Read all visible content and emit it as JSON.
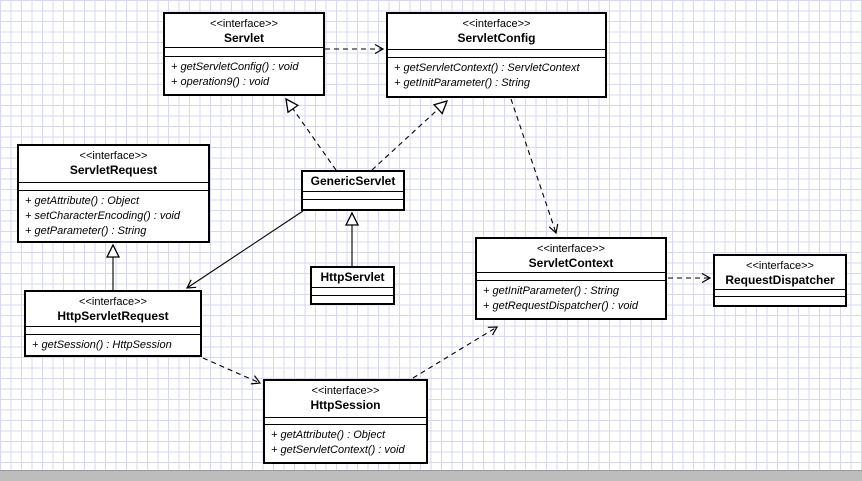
{
  "classes": {
    "servlet": {
      "stereotype": "<<interface>>",
      "name": "Servlet",
      "methods": [
        "+ getServletConfig() : void",
        "+ operation9() : void"
      ]
    },
    "servlet_config": {
      "stereotype": "<<interface>>",
      "name": "ServletConfig",
      "methods": [
        "+ getServletContext() : ServletContext",
        "+ getInitParameter() : String"
      ]
    },
    "servlet_request": {
      "stereotype": "<<interface>>",
      "name": "ServletRequest",
      "methods": [
        "+ getAttribute() : Object",
        "+ setCharacterEncoding() : void",
        "+ getParameter() : String"
      ]
    },
    "generic_servlet": {
      "name": "GenericServlet",
      "methods": []
    },
    "http_servlet": {
      "name": "HttpServlet",
      "methods": []
    },
    "http_servlet_request": {
      "stereotype": "<<interface>>",
      "name": "HttpServletRequest",
      "methods": [
        "+ getSession() : HttpSession"
      ]
    },
    "servlet_context": {
      "stereotype": "<<interface>>",
      "name": "ServletContext",
      "methods": [
        "+ getInitParameter() : String",
        "+ getRequestDispatcher() : void"
      ]
    },
    "request_dispatcher": {
      "stereotype": "<<interface>>",
      "name": "RequestDispatcher",
      "methods": []
    },
    "http_session": {
      "stereotype": "<<interface>>",
      "name": "HttpSession",
      "methods": [
        "+ getAttribute() : Object",
        "+ getServletContext() : void"
      ]
    }
  },
  "relations": [
    {
      "from": "Servlet",
      "to": "ServletConfig",
      "type": "dependency"
    },
    {
      "from": "GenericServlet",
      "to": "Servlet",
      "type": "realization"
    },
    {
      "from": "GenericServlet",
      "to": "ServletConfig",
      "type": "realization"
    },
    {
      "from": "HttpServlet",
      "to": "GenericServlet",
      "type": "generalization"
    },
    {
      "from": "HttpServletRequest",
      "to": "ServletRequest",
      "type": "generalization"
    },
    {
      "from": "GenericServlet",
      "to": "HttpServletRequest",
      "type": "association"
    },
    {
      "from": "ServletConfig",
      "to": "ServletContext",
      "type": "dependency"
    },
    {
      "from": "ServletContext",
      "to": "RequestDispatcher",
      "type": "dependency"
    },
    {
      "from": "HttpServletRequest",
      "to": "HttpSession",
      "type": "dependency"
    },
    {
      "from": "HttpSession",
      "to": "ServletContext",
      "type": "dependency"
    }
  ],
  "colors": {
    "grid": "#d7d8f0",
    "box_border": "#000000",
    "box_fill": "#ffffff",
    "scrollbar": "#bdbdbd"
  }
}
